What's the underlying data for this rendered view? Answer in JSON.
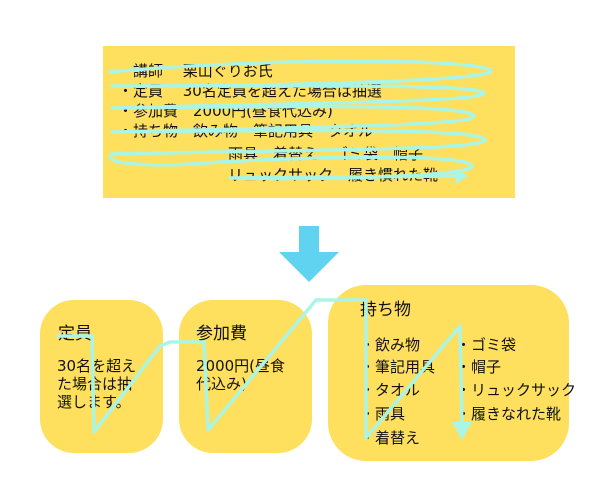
{
  "notice": {
    "lines": [
      "・講師　 栗山ぐりお氏",
      "・定員　 30名定員を超えた場合は抽選",
      "・参加費　2000円(昼食代込み)",
      "・持ち物　飲み物　筆記用具　タオル",
      "雨具　着替え　ゴミ袋　帽子",
      "リュックサック　履き慣れた靴"
    ]
  },
  "cards": {
    "capacity": {
      "title": "定員",
      "lines": [
        "30名を超え",
        "た場合は抽",
        "選します。"
      ]
    },
    "fee": {
      "title": "参加費",
      "lines": [
        "2000円(昼食",
        "代込み)"
      ]
    },
    "items": {
      "title": "持ち物",
      "left": [
        "・飲み物",
        "・筆記用具",
        "・タオル",
        "・雨具",
        "・着替え"
      ],
      "right": [
        "・ゴミ袋",
        "・帽子",
        "・リュックサック",
        "・履きなれた靴"
      ]
    }
  },
  "colors": {
    "box_fill": "#ffdf5e",
    "arrow": "#5fd3f0",
    "scribble": "#aaf5e6"
  }
}
